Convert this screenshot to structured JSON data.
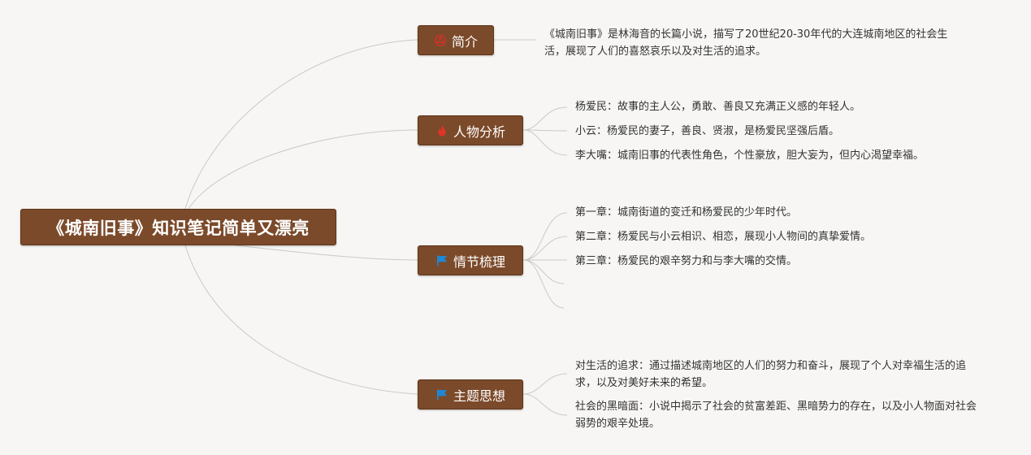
{
  "root": {
    "title": "《城南旧事》知识笔记简单又漂亮"
  },
  "branches": [
    {
      "label": "简介",
      "icon": "recycle-icon",
      "icon_color": "#d9302c"
    },
    {
      "label": "人物分析",
      "icon": "fire-icon",
      "icon_color": "#e0342a"
    },
    {
      "label": "情节梳理",
      "icon": "flag-icon",
      "icon_color": "#1e88d6"
    },
    {
      "label": "主题思想",
      "icon": "flag-icon",
      "icon_color": "#1e88d6"
    }
  ],
  "intro": {
    "text": "《城南旧事》是林海音的长篇小说，描写了20世纪20-30年代的大连城南地区的社会生活，展现了人们的喜怒哀乐以及对生活的追求。"
  },
  "characters": [
    "杨爱民：故事的主人公，勇敢、善良又充满正义感的年轻人。",
    "小云：杨爱民的妻子，善良、贤淑，是杨爱民坚强后盾。",
    "李大嘴：城南旧事的代表性角色，个性豪放，胆大妄为，但内心渴望幸福。"
  ],
  "plot": [
    "第一章：城南街道的变迁和杨爱民的少年时代。",
    "第二章：杨爱民与小云相识、相恋，展现小人物间的真挚爱情。",
    "第三章：杨爱民的艰辛努力和与李大嘴的交情。",
    "",
    ""
  ],
  "themes": [
    "对生活的追求：通过描述城南地区的人们的努力和奋斗，展现了个人对幸福生活的追求，以及对美好未来的希望。",
    "社会的黑暗面：小说中揭示了社会的贫富差距、黑暗势力的存在，以及小人物面对社会弱势的艰辛处境。"
  ],
  "colors": {
    "node_fill": "#7b4a2a",
    "connector": "#c9c9c9",
    "background": "#f7f6f4"
  }
}
